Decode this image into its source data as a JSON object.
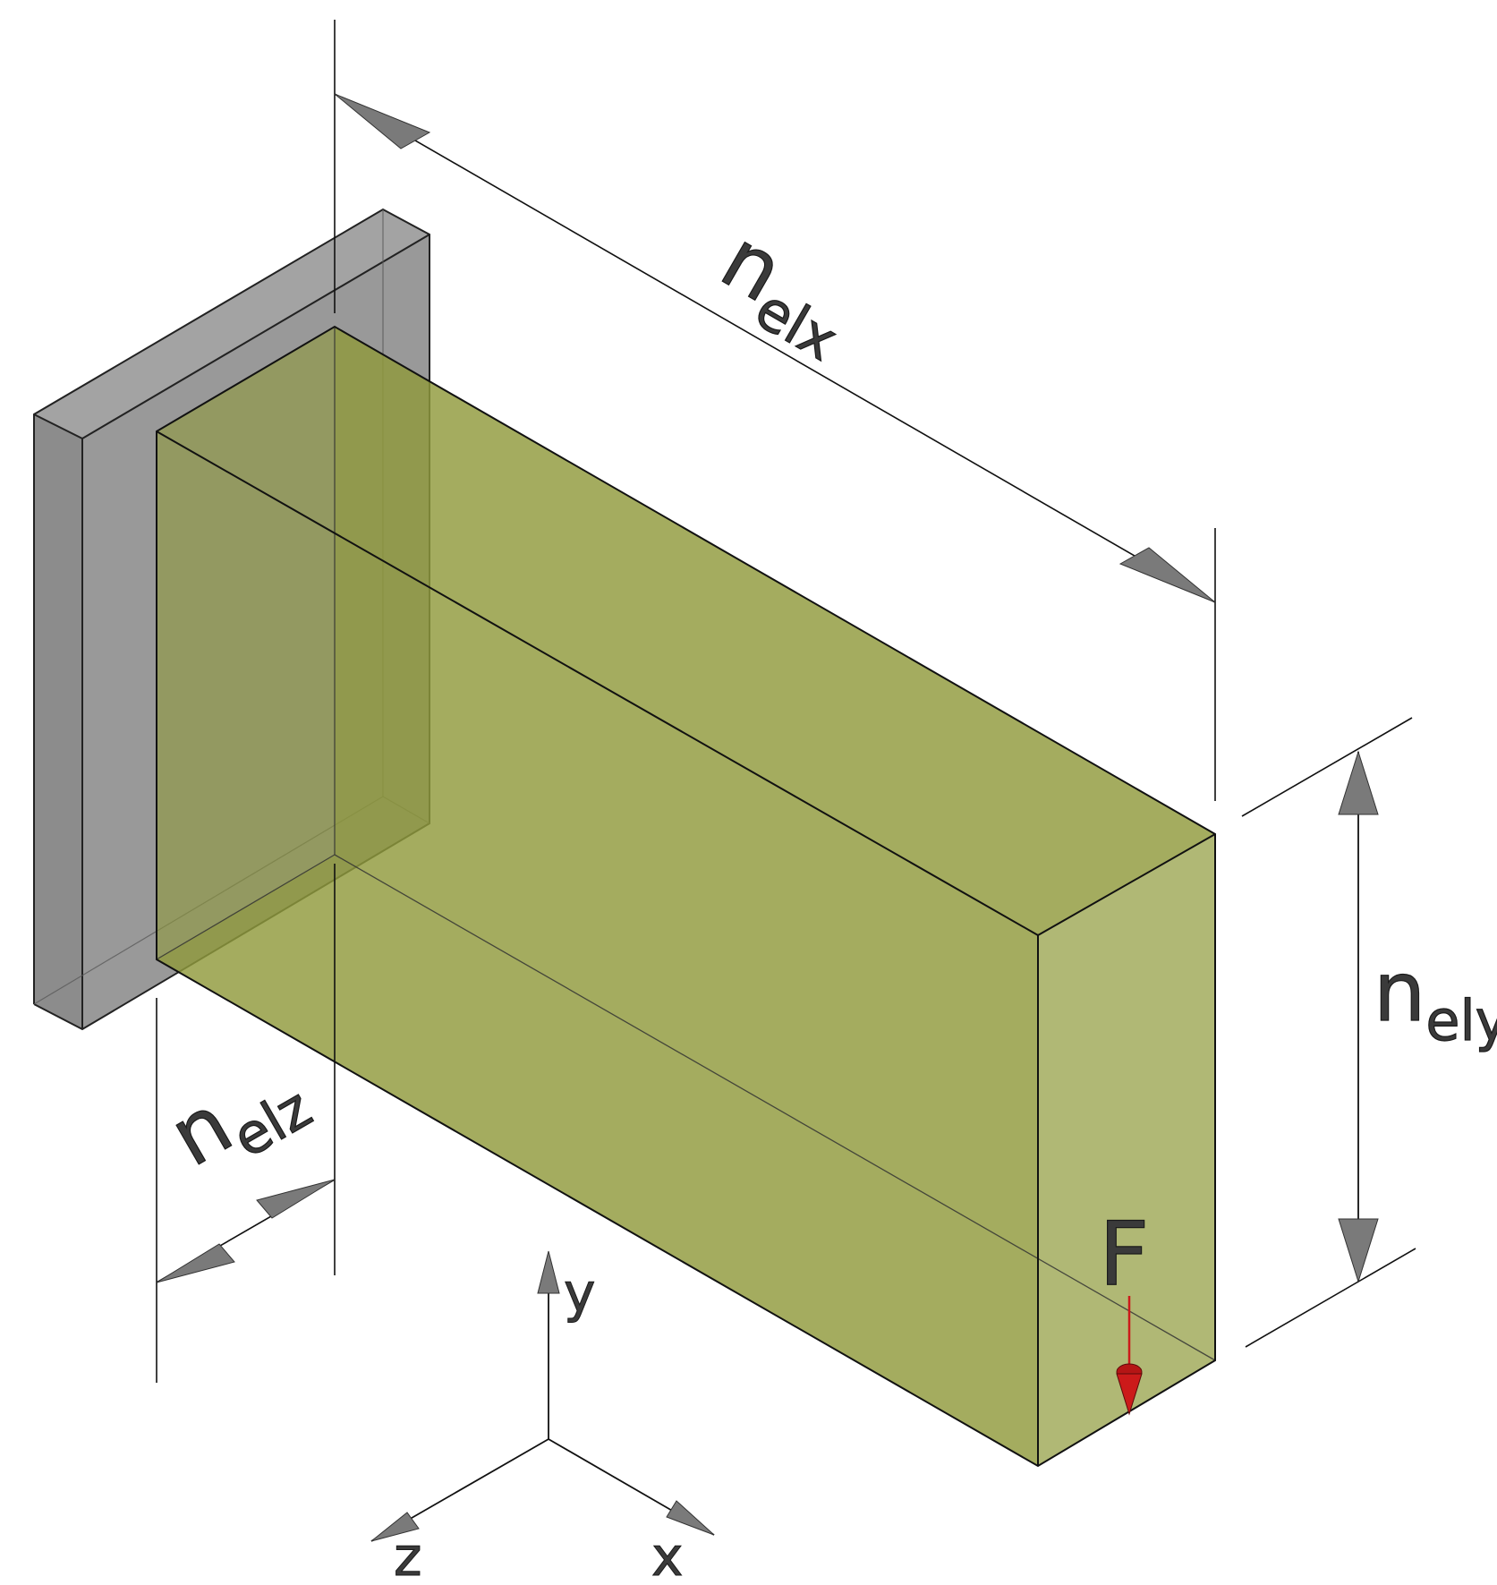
{
  "labels": {
    "length": "n",
    "length_sub": "elx",
    "height": "n",
    "height_sub": "ely",
    "depth": "n",
    "depth_sub": "elz",
    "force": "F"
  },
  "axes": {
    "x": "x",
    "y": "y",
    "z": "z"
  },
  "colors": {
    "beam_fill": "#8f9a3c",
    "support_fill": "#6e6e6e",
    "force_arrow": "#cc1a1a",
    "dimension_arrow": "#7a7a7a"
  }
}
